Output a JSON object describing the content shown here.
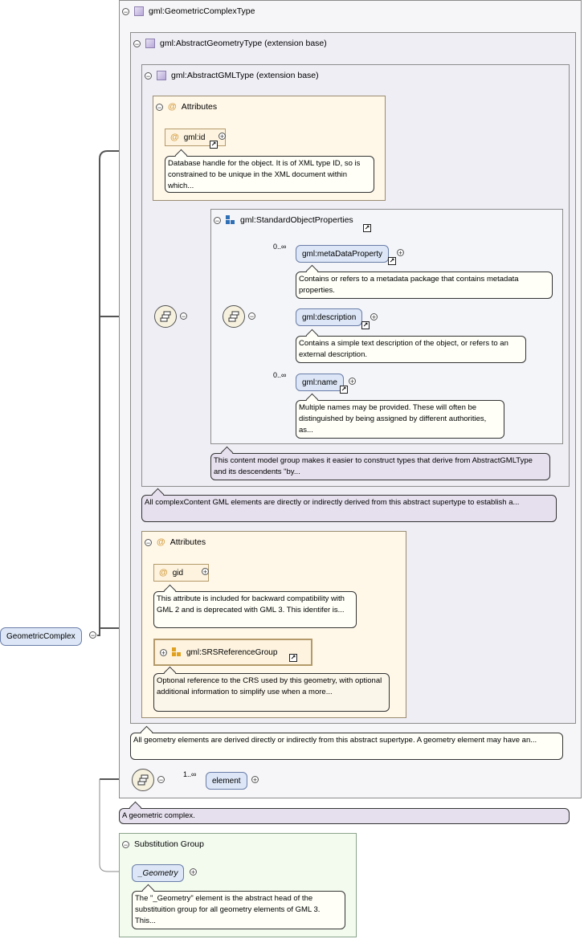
{
  "root": {
    "label": "GeometricComplex",
    "note": "A geometric complex."
  },
  "complex_type": {
    "label": "gml:GeometricComplexType",
    "abstract_geometry": {
      "label": "gml:AbstractGeometryType (extension base)",
      "note": "All geometry elements are derived directly or indirectly from this abstract supertype. A geometry element may have an...",
      "abstract_gml": {
        "label": "gml:AbstractGMLType (extension base)",
        "note": "All complexContent GML elements are directly or indirectly derived from this abstract supertype to establish a...",
        "attributes": {
          "title": "Attributes",
          "items": [
            {
              "label": "gml:id",
              "note": "Database handle for the object. It is of XML type ID, so is constrained to be unique in the XML document within which..."
            }
          ]
        },
        "group": {
          "label": "gml:StandardObjectProperties",
          "note": "This content model group makes it easier to construct types that derive from AbstractGMLType and its descendents \"by...",
          "elements": [
            {
              "label": "gml:metaDataProperty",
              "card": "0..∞",
              "note": "Contains or refers to a metadata package that contains metadata properties."
            },
            {
              "label": "gml:description",
              "card": "",
              "note": "Contains a simple text description of the object, or refers to an external description."
            },
            {
              "label": "gml:name",
              "card": "0..∞",
              "note": "Multiple names may be provided. These will often be distinguished by being assigned by different authorities, as..."
            }
          ]
        }
      },
      "attributes": {
        "title": "Attributes",
        "gid": {
          "label": "gid",
          "note": "This attribute is included for backward compatibility with GML 2 and is deprecated with GML 3. This identifer is..."
        },
        "srs": {
          "label": "gml:SRSReferenceGroup",
          "note": "Optional reference to the CRS used by this geometry, with optional additional information to simplify use when a more..."
        }
      }
    },
    "element": {
      "label": "element",
      "card": "1..∞"
    }
  },
  "substitution": {
    "title": "Substitution Group",
    "label": "_Geometry",
    "note": "The \"_Geometry\" element is the abstract head of the substituition group for all geometry elements of GML 3. This..."
  },
  "colors": {
    "node": "#dce6f6",
    "attr": "#fdf3df",
    "note_lav": "#e6e0ee",
    "subgroup": "#f3fbef"
  }
}
